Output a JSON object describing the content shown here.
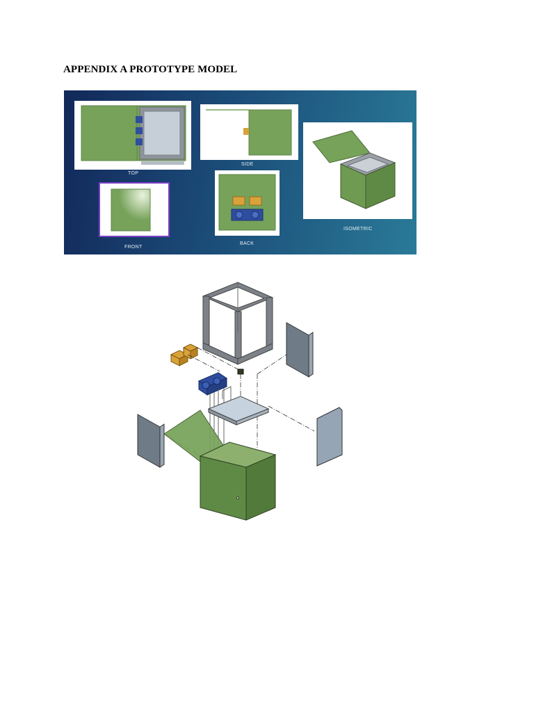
{
  "page": {
    "heading": "APPENDIX A PROTOTYPE MODEL"
  },
  "views": {
    "top": "TOP",
    "side": "SIDE",
    "isometric": "ISOMETRIC",
    "front": "FRONT",
    "back": "BACK"
  },
  "colors": {
    "panel_green": "#76a25a",
    "frame_gray": "#7d8288",
    "banner_dark": "#12285a",
    "banner_light": "#2a7a98",
    "sensor_orange": "#d9a23a",
    "module_blue": "#2e4ea0"
  }
}
